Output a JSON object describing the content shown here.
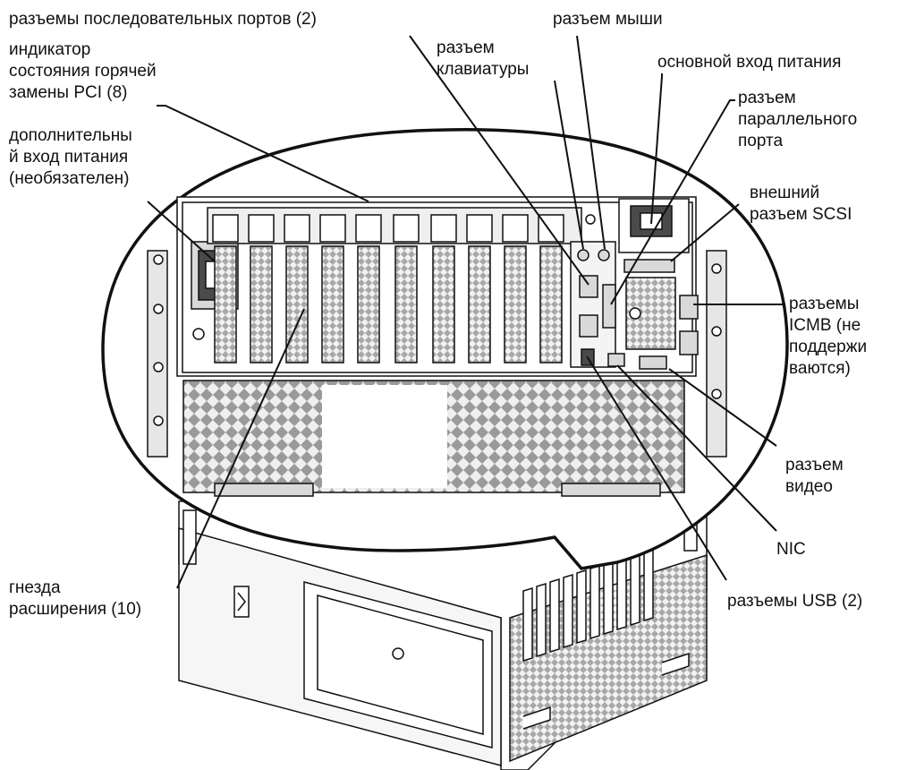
{
  "labels": {
    "serial_ports": "разъемы последовательных портов (2)",
    "mouse": "разъем мыши",
    "keyboard": [
      "разъем",
      "клавиатуры"
    ],
    "main_power": "основной вход питания",
    "pci_hotplug": [
      "индикатор",
      "состояния горячей",
      "замены PCI (8)"
    ],
    "parallel": [
      "разъем",
      "параллельного",
      "порта"
    ],
    "aux_power": [
      "дополнительны",
      "й вход питания",
      "(необязателен)"
    ],
    "scsi": [
      "внешний",
      "разъем SCSI"
    ],
    "icmb": [
      "разъемы",
      "ICMB (не",
      "поддержи",
      "ваются)"
    ],
    "video": [
      "разъем",
      "видео"
    ],
    "nic": "NIC",
    "usb": "разъемы USB (2)",
    "slots": [
      "гнезда",
      "расширения (10)"
    ]
  },
  "colors": {
    "line": "#111111",
    "grey_fill": "#d9d9d9",
    "dark_fill": "#4a4a4a",
    "mesh_fill": "#b8b8b8",
    "background": "#ffffff"
  }
}
